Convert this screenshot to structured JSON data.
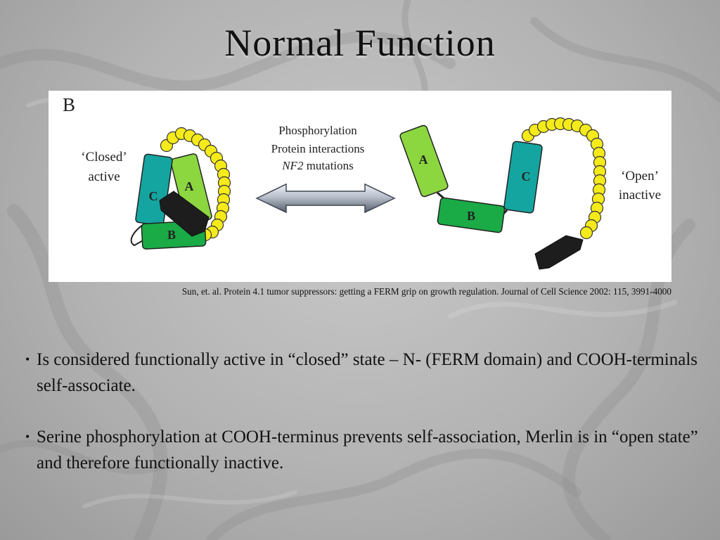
{
  "slide": {
    "title": "Normal Function",
    "citation": "Sun, et. al. Protein 4.1 tumor suppressors: getting a FERM grip on growth regulation. Journal of Cell Science 2002: 115, 3991-4000"
  },
  "figure": {
    "panel_label": "B",
    "closed_state": {
      "line1": "‘Closed’",
      "line2": "active"
    },
    "open_state": {
      "line1": "‘Open’",
      "line2": "inactive"
    },
    "transition": {
      "line1": "Phosphorylation",
      "line2": "Protein interactions",
      "line3_italic": "NF2",
      "line3_rest": " mutations"
    },
    "domains": {
      "a": "A",
      "b": "B",
      "c": "C"
    },
    "colors": {
      "domain_a": "#8cd640",
      "domain_b": "#1aab46",
      "domain_c": "#15a5a0",
      "tail_beads": "#f5ea1a",
      "cterm_block": "#1d1d1d"
    }
  },
  "bullets": [
    {
      "marker": "•",
      "text": "Is considered functionally active in “closed” state – N- (FERM domain) and COOH-terminals self-associate."
    },
    {
      "marker": "•",
      "text": "Serine phosphorylation at COOH-terminus prevents self-association, Merlin is in “open state” and therefore functionally inactive."
    }
  ]
}
